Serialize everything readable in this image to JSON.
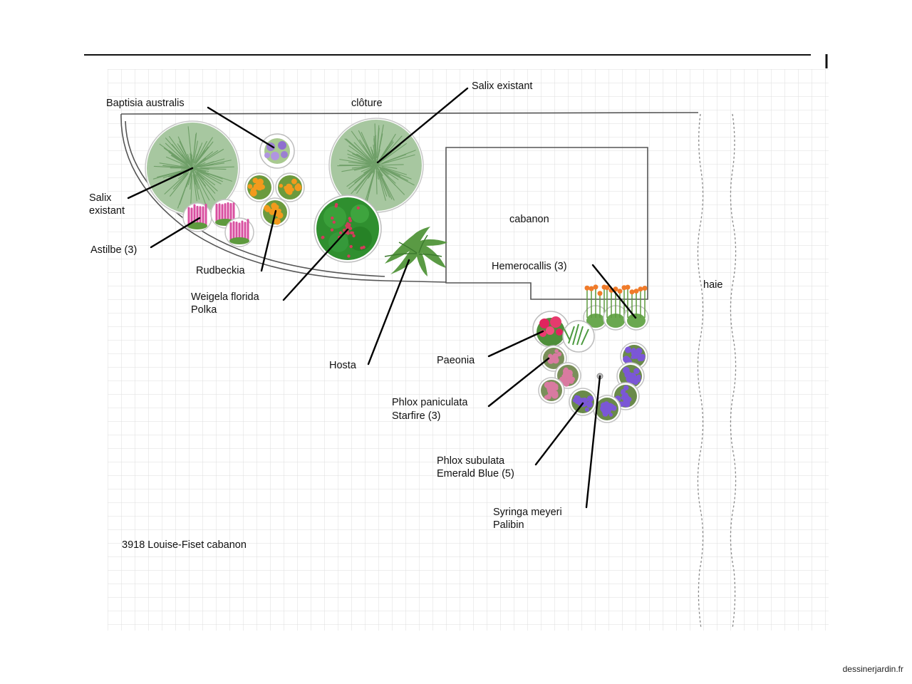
{
  "labels": {
    "baptisia": "Baptisia australis",
    "cloture": "clôture",
    "salix_right": "Salix existant",
    "salix_left_1": "Salix",
    "salix_left_2": "existant",
    "astilbe": "Astilbe (3)",
    "rudbeckia": "Rudbeckia",
    "weigela_1": "Weigela florida",
    "weigela_2": "Polka",
    "hosta": "Hosta",
    "cabanon": "cabanon",
    "hemerocallis": "Hemerocallis (3)",
    "haie": "haie",
    "paeonia": "Paeonia",
    "phlox_pan_1": "Phlox paniculata",
    "phlox_pan_2": "Starfire (3)",
    "phlox_sub_1": "Phlox subulata",
    "phlox_sub_2": "Emerald Blue (5)",
    "syringa_1": "Syringa meyeri",
    "syringa_2": "Palibin",
    "project": "3918 Louise-Fiset cabanon"
  },
  "credit": "dessinerjardin.fr",
  "colors": {
    "grid": "#dcdcdc",
    "willow": "#8fb58a",
    "weigela": "#2e8b2e",
    "weigela_flower": "#d23c5a",
    "hosta": "#4f8f3a",
    "rudbeckia": "#f29a1d",
    "astilbe": "#d94fa0",
    "baptisia": "#9b7fd1",
    "hemerocallis": "#f07b2a",
    "paeonia": "#e0245e",
    "phlox_paniculata": "#d97aa0",
    "phlox_subulata": "#7b57d6"
  }
}
